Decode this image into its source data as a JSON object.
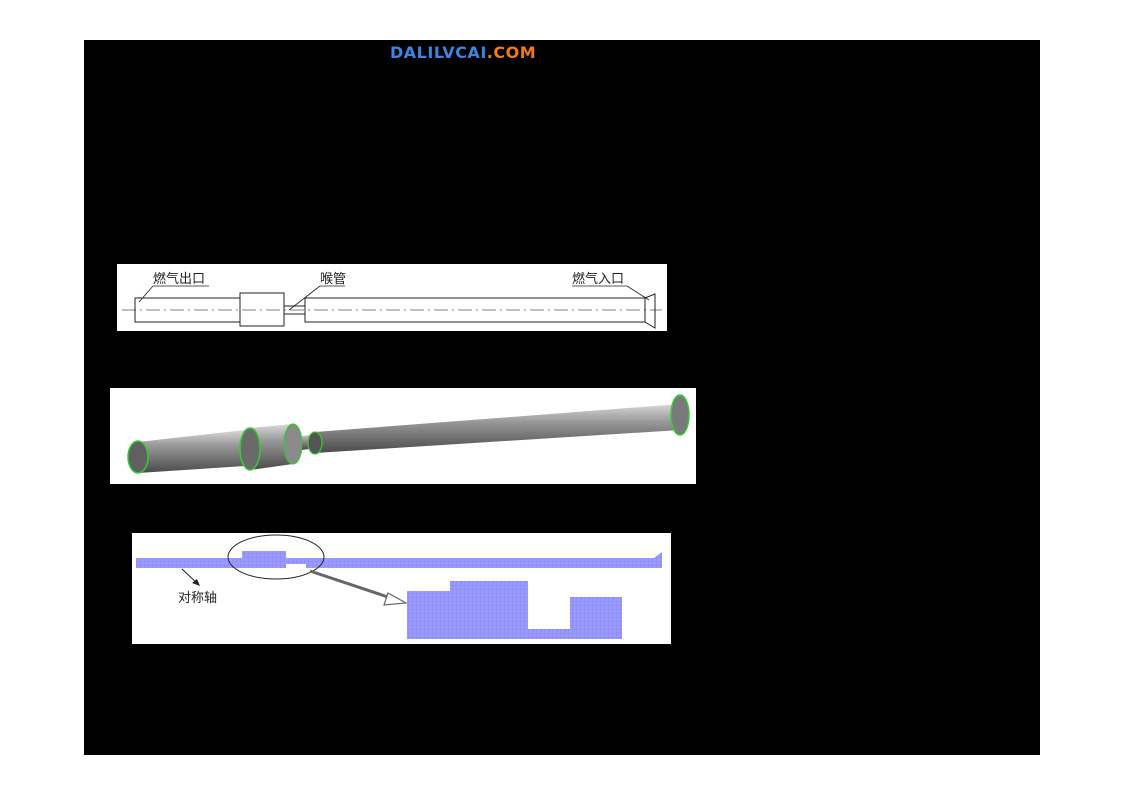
{
  "logo": {
    "main": "DALILVCAI",
    "domain": ".COM"
  },
  "schematic": {
    "label_outlet": "燃气出口",
    "label_nozzle": "喉管",
    "label_inlet": "燃气入口"
  },
  "mesh": {
    "label_axis": "对称轴"
  },
  "colors": {
    "background": "#000000",
    "mesh_blue": "#8080ff",
    "model_green": "#33cc33"
  }
}
